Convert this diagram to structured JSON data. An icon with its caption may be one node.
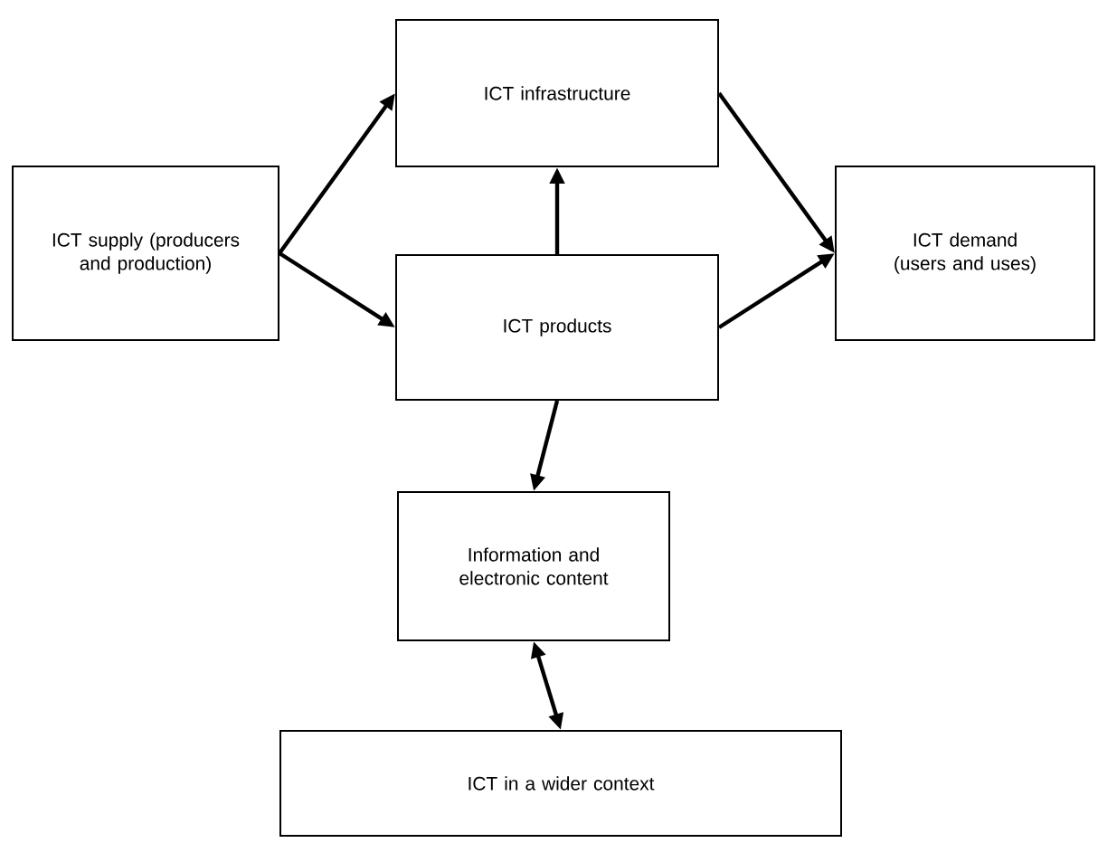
{
  "diagram": {
    "nodes": [
      {
        "text": [
          "ICT supply (producers and production)"
        ]
      },
      {
        "text": [
          "ICT infrastructure"
        ]
      },
      {
        "text": [
          "ICT products"
        ]
      },
      {
        "text": [
          "ICT demand (users and uses)"
        ]
      },
      {
        "text": [
          "Information and electronic content"
        ]
      },
      {
        "text": [
          "ICT in a wider context"
        ]
      }
    ],
    "edges": [
      {
        "from": 0,
        "to": 1,
        "arrow": "to"
      },
      {
        "from": 0,
        "to": 2,
        "arrow": "to"
      },
      {
        "from": 2,
        "to": 1,
        "arrow": "to"
      },
      {
        "from": 1,
        "to": 3,
        "arrow": "to"
      },
      {
        "from": 2,
        "to": 3,
        "arrow": "to"
      },
      {
        "from": 2,
        "to": 4,
        "arrow": "to"
      },
      {
        "from": 4,
        "to": 5,
        "arrow": "both"
      }
    ]
  }
}
